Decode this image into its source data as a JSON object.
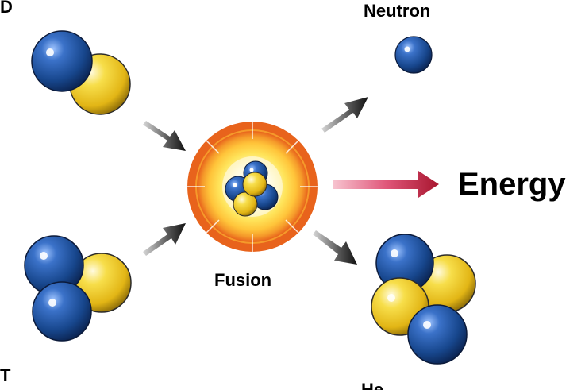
{
  "labels": {
    "deuterium": "D",
    "neutron": "Neutron",
    "fusion": "Fusion",
    "energy": "Energy",
    "tritium": "T",
    "helium": "He"
  },
  "colors": {
    "proton": "#1b4f9a",
    "neutron_particle": "#f2d23a",
    "arrow": "#111111",
    "energy_arrow": "#b8243f",
    "fusion_outer_ring": "#e8631c",
    "fusion_core": "#fffbe0"
  }
}
